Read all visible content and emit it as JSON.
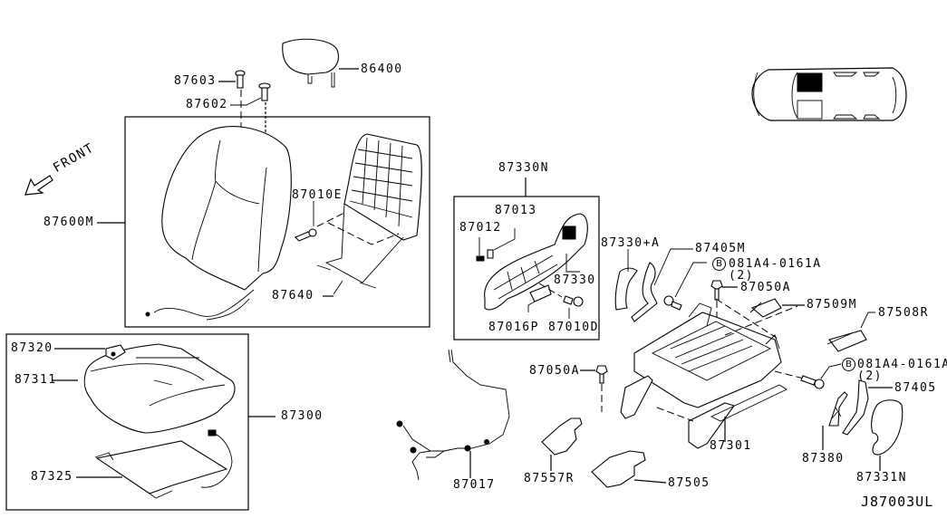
{
  "diagram": {
    "title_code": "J87003UL",
    "direction_label": "FRONT",
    "bolt_marker": "B",
    "colors": {
      "line": "#000000",
      "background": "#ffffff"
    },
    "locator_icon": "vehicle-top-view-driver-seat-highlighted"
  },
  "labels": {
    "p86400": "86400",
    "p87603": "87603",
    "p87602": "87602",
    "p87600M": "87600M",
    "p87010E": "87010E",
    "p87640": "87640",
    "p87320": "87320",
    "p87311": "87311",
    "p87300": "87300",
    "p87325": "87325",
    "p87330N": "87330N",
    "p87013": "87013",
    "p87012": "87012",
    "p87330": "87330",
    "p87016P": "87016P",
    "p87010D": "87010D",
    "p87330A": "87330+A",
    "p87405M": "87405M",
    "bolt1": "081A4-0161A",
    "bolt1_qty": "(2)",
    "p87050A_top": "87050A",
    "p87509M": "87509M",
    "p87508R": "87508R",
    "bolt2": "081A4-0161A",
    "bolt2_qty": "(2)",
    "p87405": "87405",
    "p87050A_left": "87050A",
    "p87301": "87301",
    "p87380": "87380",
    "p87331N": "87331N",
    "p87017": "87017",
    "p87557R": "87557R",
    "p87505": "87505"
  }
}
